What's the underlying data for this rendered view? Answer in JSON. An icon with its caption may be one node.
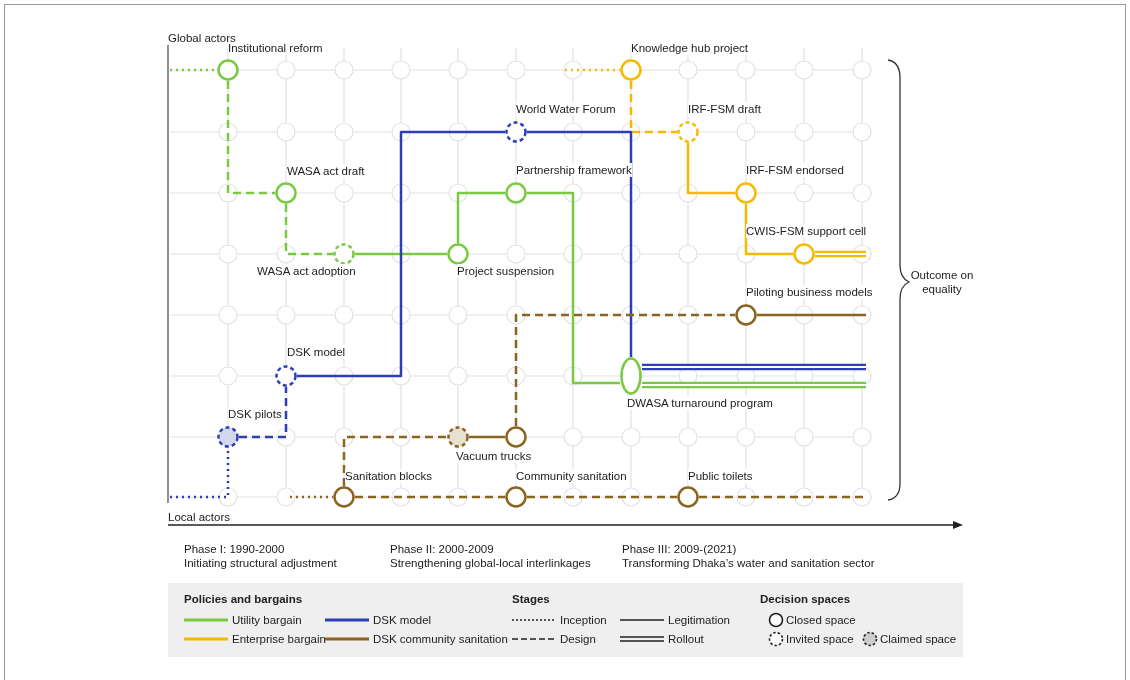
{
  "diagram": {
    "nodes": [
      {
        "text": [],
        "shape": "circle",
        "beside": [
          "Institutional reform"
        ]
      },
      {
        "text": [],
        "shape": "circle",
        "beside": [
          "WASA act draft"
        ]
      },
      {
        "text": [],
        "shape": "circle",
        "beside": [
          "WASA act adoption"
        ]
      },
      {
        "text": [],
        "shape": "circle",
        "beside": [
          "Project suspension"
        ]
      },
      {
        "text": [],
        "shape": "circle",
        "beside": [
          "Partnership framework"
        ]
      },
      {
        "text": [],
        "shape": "circle",
        "beside": [
          "DWASA turnaround program"
        ]
      },
      {
        "text": [],
        "shape": "circle",
        "beside": [
          "Knowledge hub project"
        ]
      },
      {
        "text": [],
        "shape": "circle",
        "beside": [
          "IRF-FSM draft"
        ]
      },
      {
        "text": [],
        "shape": "circle",
        "beside": [
          "IRF-FSM endorsed"
        ]
      },
      {
        "text": [],
        "shape": "circle",
        "beside": [
          "CWIS-FSM support cell"
        ]
      },
      {
        "text": [],
        "shape": "circle",
        "beside": [
          "DSK pilots"
        ]
      },
      {
        "text": [],
        "shape": "circle",
        "beside": [
          "DSK model"
        ]
      },
      {
        "text": [],
        "shape": "circle",
        "beside": [
          "World Water Forum"
        ]
      },
      {
        "text": [],
        "shape": "circle",
        "beside": [
          "Sanitation blocks"
        ]
      },
      {
        "text": [],
        "shape": "circle",
        "beside": [
          "Vacuum trucks"
        ]
      },
      {
        "text": [],
        "shape": "circle"
      },
      {
        "text": [],
        "shape": "circle",
        "beside": [
          "Community sanitation"
        ]
      },
      {
        "text": [],
        "shape": "circle",
        "beside": [
          "Piloting business models"
        ]
      },
      {
        "text": [],
        "shape": "circle",
        "beside": [
          "Public toilets"
        ]
      }
    ],
    "edges": [
      {
        "from": null,
        "to": 0,
        "arrow": "none",
        "style": "dashed",
        "color": "#7ac943"
      },
      {
        "from": 0,
        "to": 1,
        "arrow": "none",
        "style": "dashed",
        "color": "#7ac943"
      },
      {
        "from": 1,
        "to": 2,
        "arrow": "none",
        "style": "dashed",
        "color": "#7ac943"
      },
      {
        "from": 2,
        "to": 3,
        "arrow": "none",
        "color": "#7ac943"
      },
      {
        "from": 3,
        "to": 4,
        "arrow": "none",
        "color": "#7ac943"
      },
      {
        "from": 4,
        "to": 5,
        "arrow": "none",
        "color": "#7ac943"
      },
      {
        "from": 5,
        "to": null,
        "arrow": "none",
        "style": "thick",
        "color": "#7ac943"
      },
      {
        "from": null,
        "to": 6,
        "arrow": "none",
        "style": "dashed",
        "color": "#f7b900"
      },
      {
        "from": 6,
        "to": 7,
        "arrow": "none",
        "style": "dashed",
        "color": "#f7b900"
      },
      {
        "from": 7,
        "to": 8,
        "arrow": "none",
        "color": "#f7b900"
      },
      {
        "from": 8,
        "to": 9,
        "arrow": "none",
        "color": "#f7b900"
      },
      {
        "from": 9,
        "to": null,
        "arrow": "none",
        "style": "thick",
        "color": "#f7b900"
      },
      {
        "from": null,
        "to": 10,
        "arrow": "none",
        "style": "dashed",
        "color": "#2e3fb5"
      },
      {
        "from": 10,
        "to": 11,
        "arrow": "none",
        "style": "dashed",
        "color": "#2e3fb5"
      },
      {
        "from": 11,
        "to": 12,
        "arrow": "none",
        "color": "#2e3fb5"
      },
      {
        "from": 12,
        "to": 5,
        "arrow": "none",
        "color": "#2e3fb5"
      },
      {
        "from": 5,
        "to": null,
        "arrow": "none",
        "style": "thick",
        "color": "#2e3fb5"
      },
      {
        "from": null,
        "to": 13,
        "arrow": "none",
        "style": "dashed",
        "color": "#8b6420"
      },
      {
        "from": 13,
        "to": 14,
        "arrow": "none",
        "style": "dashed",
        "color": "#8b6420"
      },
      {
        "from": 14,
        "to": 15,
        "arrow": "none",
        "color": "#8b6420"
      },
      {
        "from": 15,
        "to": 17,
        "arrow": "none",
        "style": "dashed",
        "color": "#8b6420"
      },
      {
        "from": 17,
        "to": null,
        "arrow": "none",
        "color": "#8b6420"
      },
      {
        "from": 13,
        "to": 16,
        "arrow": "none",
        "style": "dashed",
        "color": "#8b6420"
      },
      {
        "from": 16,
        "to": 18,
        "arrow": "none",
        "style": "dashed",
        "color": "#8b6420"
      },
      {
        "from": 18,
        "to": null,
        "arrow": "none",
        "style": "dashed",
        "color": "#8b6420"
      }
    ],
    "labels": [
      "Global actors",
      "Local actors",
      "Outcome on equality",
      "Phase I: 1990-2000",
      "Initiating structural adjustment",
      "Phase II: 2000-2009",
      "Strengthening global-local interlinkages",
      "Phase III: 2009-(2021)",
      "Transforming Dhaka’s water and sanitation sector",
      "Policies and bargains",
      "Stages",
      "Decision spaces"
    ],
    "legend": [
      {
        "text": "Utility bargain",
        "color": "#7ac943"
      },
      {
        "text": "Enterprise bargain",
        "color": "#f7b900"
      },
      {
        "text": "DSK model",
        "color": "#2e3fb5"
      },
      {
        "text": "DSK community sanitation",
        "color": "#8b6420"
      },
      {
        "text": "Inception"
      },
      {
        "text": "Design"
      },
      {
        "text": "Legitimation"
      },
      {
        "text": "Rollout"
      },
      {
        "text": "Closed space"
      },
      {
        "text": "Invited space"
      },
      {
        "text": "Claimed space"
      }
    ]
  }
}
